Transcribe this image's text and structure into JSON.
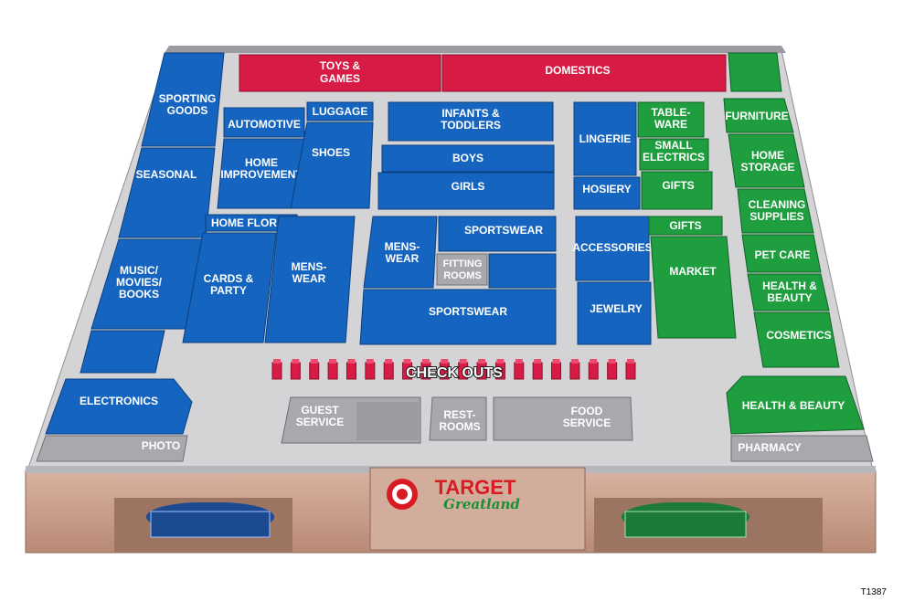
{
  "map": {
    "departments": {
      "toys_games": [
        "TOYS &",
        "GAMES"
      ],
      "domestics": [
        "DOMESTICS"
      ],
      "sporting_goods": [
        "SPORTING",
        "GOODS"
      ],
      "seasonal": [
        "SEASONAL"
      ],
      "music_movies_books": [
        "MUSIC/",
        "MOVIES/",
        "BOOKS"
      ],
      "electronics": [
        "ELECTRONICS"
      ],
      "photo": [
        "PHOTO"
      ],
      "automotive": [
        "AUTOMOTIVE"
      ],
      "luggage": [
        "LUGGAGE"
      ],
      "home_improvement": [
        "HOME",
        "IMPROVEMENT"
      ],
      "shoes": [
        "SHOES"
      ],
      "home_floral": [
        "HOME FLORAL"
      ],
      "cards_party": [
        "CARDS &",
        "PARTY"
      ],
      "mens_wear_left": [
        "MENS-",
        "WEAR"
      ],
      "infants_toddlers": [
        "INFANTS &",
        "TODDLERS"
      ],
      "boys": [
        "BOYS"
      ],
      "girls": [
        "GIRLS"
      ],
      "mens_wear_center": [
        "MENS-",
        "WEAR"
      ],
      "sportswear_top": [
        "SPORTSWEAR"
      ],
      "fitting_rooms": [
        "FITTING",
        "ROOMS"
      ],
      "sportswear_bottom": [
        "SPORTSWEAR"
      ],
      "lingerie": [
        "LINGERIE"
      ],
      "hosiery": [
        "HOSIERY"
      ],
      "accessories": [
        "ACCESSORIES"
      ],
      "jewelry": [
        "JEWELRY"
      ],
      "tableware": [
        "TABLE-",
        "WARE"
      ],
      "small_electrics": [
        "SMALL",
        "ELECTRICS"
      ],
      "gifts_upper": [
        "GIFTS"
      ],
      "gifts_lower": [
        "GIFTS"
      ],
      "market": [
        "MARKET"
      ],
      "furniture": [
        "FURNITURE"
      ],
      "home_storage": [
        "HOME",
        "STORAGE"
      ],
      "cleaning_supplies": [
        "CLEANING",
        "SUPPLIES"
      ],
      "pet_care": [
        "PET CARE"
      ],
      "health_beauty_right": [
        "HEALTH &",
        "BEAUTY"
      ],
      "cosmetics": [
        "COSMETICS"
      ],
      "health_beauty_front": [
        "HEALTH & BEAUTY"
      ],
      "pharmacy": [
        "PHARMACY"
      ],
      "guest_service": [
        "GUEST",
        "SERVICE"
      ],
      "restrooms": [
        "REST-",
        "ROOMS"
      ],
      "food_service": [
        "FOOD",
        "SERVICE"
      ]
    },
    "checkouts_label": "CHECK OUTS",
    "checkout_lane_count": 20,
    "logo": {
      "brand": "TARGET",
      "sub": "Greatland"
    },
    "reference_code": "T1387",
    "colors": {
      "blue": "#1565c0",
      "blue_dark": "#0b3f7e",
      "red": "#d81b45",
      "red_dark": "#8e0f2c",
      "green": "#1e9e3e",
      "green_dark": "#0f6324",
      "floor": "#d3d3d6",
      "wall": "#c9a08c",
      "gray_block": "#a8a9ad"
    }
  }
}
